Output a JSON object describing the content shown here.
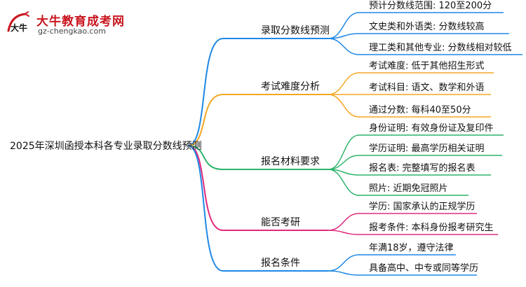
{
  "logo": {
    "name": "大牛教育成考网",
    "url": "gz-chengkao.com",
    "mark_text": "大牛"
  },
  "mindmap": {
    "root": "2025年深圳函授本科各专业录取分数线预测",
    "branches": [
      {
        "label": "录取分数线预测",
        "color": "#1e88e5",
        "children": [
          "预计分数线范围: 120至200分",
          "文史类和外语类: 分数线较高",
          "理工类和其他专业: 分数线相对较低"
        ]
      },
      {
        "label": "考试难度分析",
        "color": "#f5a623",
        "children": [
          "考试难度: 低于其他招生形式",
          "考试科目: 语文、数学和外语",
          "通过分数: 每科40至50分"
        ]
      },
      {
        "label": "报名材料要求",
        "color": "#2db36b",
        "children": [
          "身份证明: 有效身份证及复印件",
          "学历证明: 最高学历相关证明",
          "报名表: 完整填写的报名表",
          "照片: 近期免冠照片"
        ]
      },
      {
        "label": "能否考研",
        "color": "#e0297d",
        "children": [
          "学历: 国家承认的正规学历",
          "报考条件: 本科身份报考研究生"
        ]
      },
      {
        "label": "报名条件",
        "color": "#1e88e5",
        "children": [
          "年满18岁，遵守法律",
          "具备高中、中专或同等学历"
        ]
      }
    ]
  }
}
